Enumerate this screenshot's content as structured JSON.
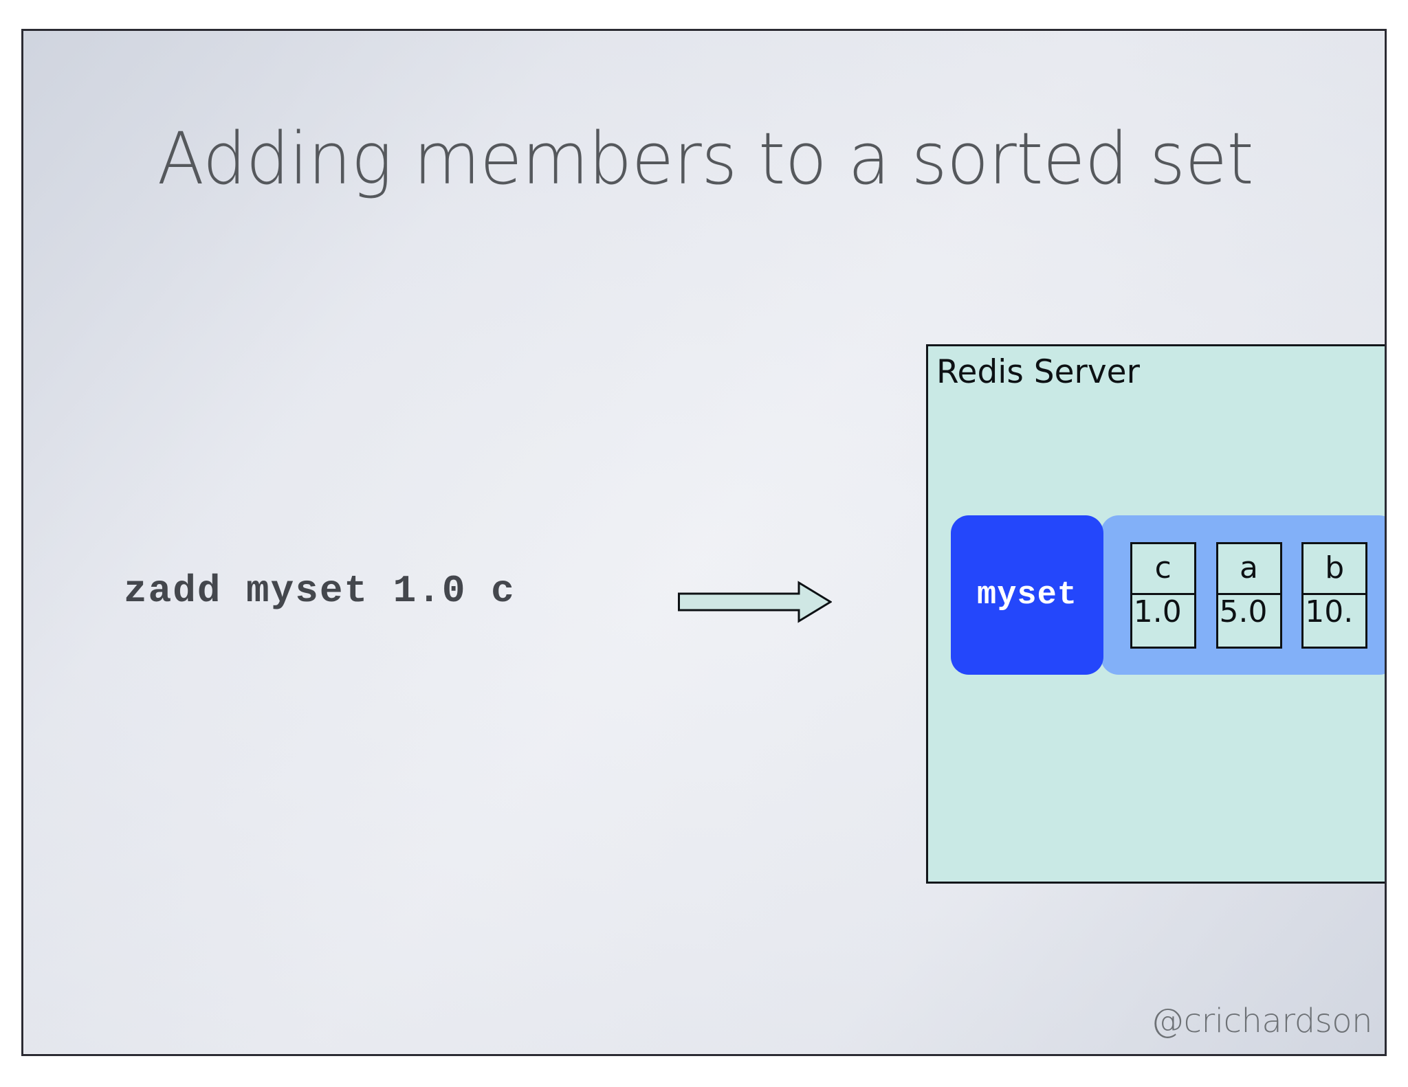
{
  "slide": {
    "title": "Adding members to a sorted set",
    "command": "zadd myset 1.0 c",
    "watermark": "@crichardson",
    "arrow_label": "arrow-right",
    "colors": {
      "title_text": "#55585c",
      "command_text": "#44474d",
      "slide_border": "#2b2b33",
      "server_fill": "#c9e9e5",
      "server_border": "#12161a",
      "key_fill": "#2447fb",
      "key_text": "#ffffff",
      "values_fill": "#82b0f8",
      "cell_fill": "#c9e9e5",
      "cell_border": "#0d1114",
      "arrow_fill": "#cfe7e4",
      "arrow_stroke": "#0d1114",
      "watermark_text": "#6d7175"
    }
  },
  "server": {
    "label": "Redis Server",
    "key_name": "myset",
    "entries": [
      {
        "member": "c",
        "score": "1.0"
      },
      {
        "member": "a",
        "score": "5.0"
      },
      {
        "member": "b",
        "score": "10."
      }
    ]
  }
}
